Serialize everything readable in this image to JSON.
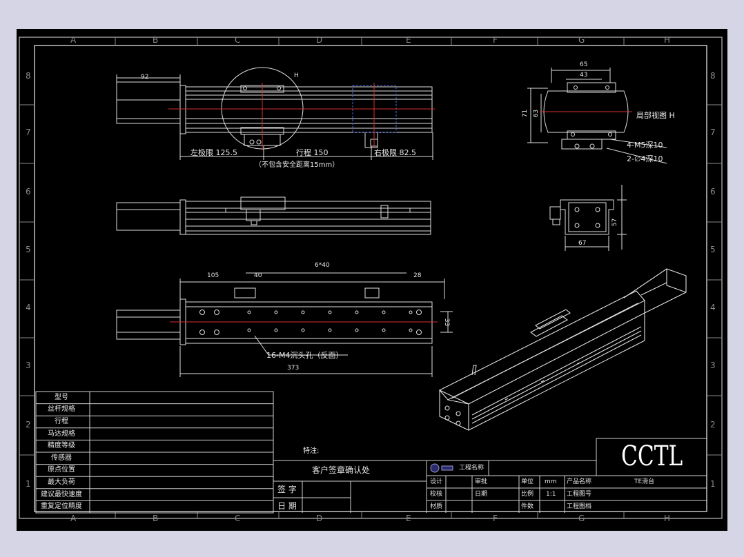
{
  "zones": {
    "columns": [
      "A",
      "B",
      "C",
      "D",
      "E",
      "F",
      "G",
      "H"
    ],
    "rows": [
      "8",
      "7",
      "6",
      "5",
      "4",
      "3",
      "2",
      "1"
    ]
  },
  "top_view": {
    "dim_left": "92",
    "detail_marker": "H",
    "left_limit": "左极限 125.5",
    "travel": "行程 150",
    "right_limit": "右极限 82.5",
    "note": "（不包含安全距离15mm）"
  },
  "bottom_view": {
    "dim_total_top": "6*40",
    "dim_left": "105",
    "dim_pitch": "40",
    "dim_right": "28",
    "dim_height": "33",
    "holes_note": "16-M4沉头孔（反面）",
    "dim_total": "373"
  },
  "detail_view": {
    "dim_width_outer": "65",
    "dim_width_inner": "43",
    "dim_height_outer": "71",
    "dim_height_inner": "63",
    "title": "局部视图 H",
    "callout_threads": "4-M5深10",
    "callout_pins": "2-∅4深10"
  },
  "end_view": {
    "dim_width": "67",
    "dim_height": "57"
  },
  "spec_table": {
    "rows": [
      "型号",
      "丝杆规格",
      "行程",
      "马达规格",
      "精度等级",
      "传感器",
      "原点位置",
      "最大负荷",
      "建议最快速度",
      "重复定位精度"
    ]
  },
  "title_block": {
    "remark_label": "特注:",
    "customer_confirm": "客户签章确认处",
    "sign_label": "签 字",
    "date_label": "日 期",
    "project_name_label": "工程名称",
    "design": "设计",
    "check": "校核",
    "material": "材质",
    "approve": "审批",
    "date": "日期",
    "unit": "单位",
    "unit_value": "mm",
    "scale": "比例",
    "scale_value": "1:1",
    "pieces": "件数",
    "product_name": "产品名称",
    "product_value": "TE滑台",
    "drawing_no": "工程图号",
    "drawing_file": "工程图档",
    "brand": "CCTL"
  }
}
